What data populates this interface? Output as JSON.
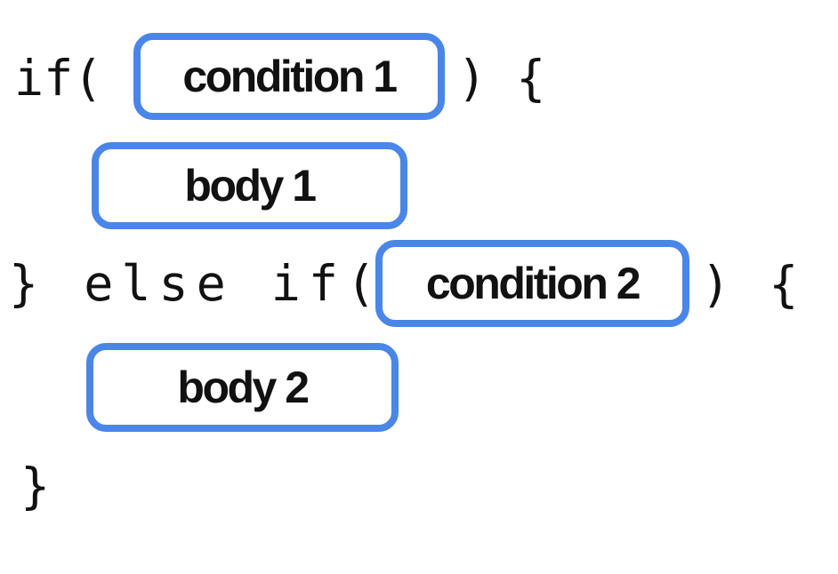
{
  "diagram": {
    "type": "code-structure-if-else-if",
    "code": {
      "if_open": "if(",
      "if_close": ") {",
      "else_if_open": "} else if(",
      "else_if_close": ") {",
      "closing_brace": "}"
    },
    "placeholders": {
      "condition1": "condition 1",
      "body1": "body 1",
      "condition2": "condition 2",
      "body2": "body 2"
    },
    "colors": {
      "box_border": "#4a86e8",
      "box_fill": "#ffffff",
      "text": "#111111",
      "background": "#ffffff"
    }
  }
}
